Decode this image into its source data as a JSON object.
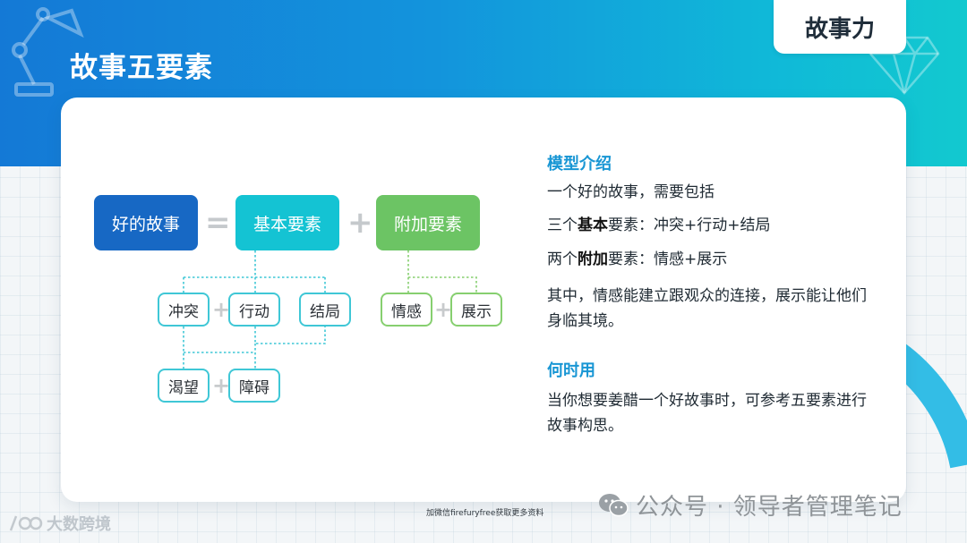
{
  "header": {
    "title": "故事五要素",
    "corner_tag": "故事力"
  },
  "diagram": {
    "main": {
      "good_story": "好的故事",
      "basic": "基本要素",
      "extra": "附加要素"
    },
    "operators": {
      "equals": "=",
      "plus": "+"
    },
    "basic_items": {
      "conflict": "冲突",
      "action": "行动",
      "result": "结局"
    },
    "basic_sub": {
      "desire": "渴望",
      "obstacle": "障碍"
    },
    "extra_items": {
      "emotion": "情感",
      "display": "展示"
    }
  },
  "model": {
    "title": "模型介绍",
    "line1": "一个好的故事，需要包括",
    "line2_a": "三个",
    "line2_bold": "基本",
    "line2_b": "要素：冲突+行动+结局",
    "line3_a": "两个",
    "line3_bold": "附加",
    "line3_b": "要素：情感+展示",
    "line4": "其中，情感能建立跟观众的连接，展示能让他们身临其境。"
  },
  "when": {
    "title": "何时用",
    "text": "当你想要姜醋一个好故事时，可参考五要素进行故事构思。"
  },
  "footer": {
    "watermark": "公众号 · 领导者管理笔记",
    "note": "加微信firefuryfree获取更多资料",
    "logo": "大数跨境"
  },
  "colors": {
    "primary_blue": "#1768c4",
    "cyan": "#14c3d3",
    "green": "#6cc464",
    "title_blue": "#1896d4"
  },
  "icons": [
    "lamp-icon",
    "diamond-icon",
    "wechat-icon",
    "logo-mark-icon"
  ]
}
